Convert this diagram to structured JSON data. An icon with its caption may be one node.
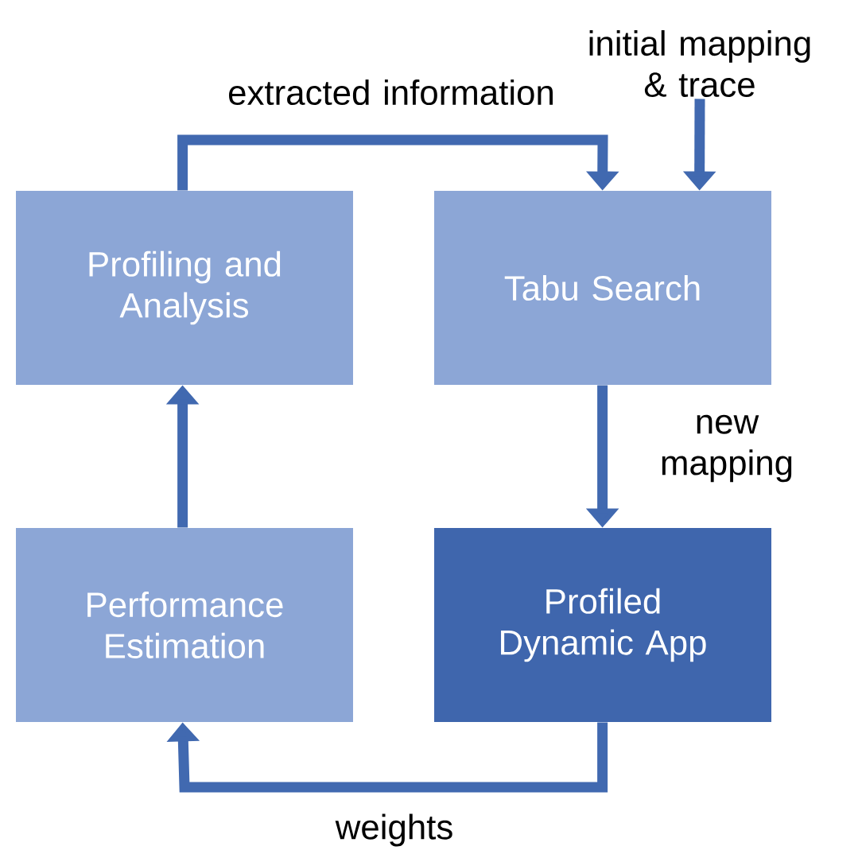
{
  "diagram": {
    "nodes": [
      {
        "text": [
          "Profiling and Analysis"
        ]
      },
      {
        "text": [
          "Tabu Search"
        ]
      },
      {
        "text": [
          "Performance Estimation"
        ]
      },
      {
        "text": [
          "Profiled Dynamic App"
        ]
      },
      {
        "text": [
          "initial mapping & trace"
        ]
      }
    ],
    "edges": [
      {
        "from": 0,
        "to": 1,
        "arrow": "to",
        "label": "extracted information"
      },
      {
        "from": 4,
        "to": 1,
        "arrow": "to"
      },
      {
        "from": 1,
        "to": 3,
        "arrow": "to",
        "label": "new mapping"
      },
      {
        "from": 3,
        "to": 2,
        "arrow": "to",
        "label": "weights"
      },
      {
        "from": 2,
        "to": 0,
        "arrow": "to"
      }
    ]
  }
}
